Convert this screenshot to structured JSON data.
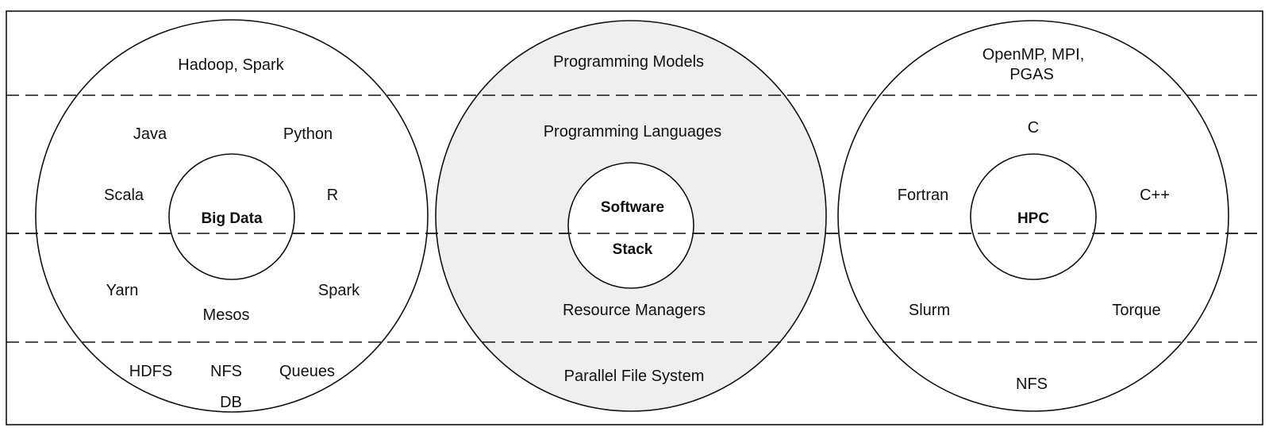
{
  "left": {
    "center": "Big Data",
    "models": "Hadoop, Spark",
    "languages": [
      "Java",
      "Python",
      "Scala",
      "R"
    ],
    "managers": [
      "Yarn",
      "Spark",
      "Mesos"
    ],
    "storage": [
      "HDFS",
      "NFS",
      "Queues",
      "DB"
    ]
  },
  "middle": {
    "center_line1": "Software",
    "center_line2": "Stack",
    "models": "Programming Models",
    "languages": "Programming Languages",
    "managers": "Resource Managers",
    "storage": "Parallel File System"
  },
  "right": {
    "center": "HPC",
    "models_line1": "OpenMP, MPI,",
    "models_line2": "PGAS",
    "languages": [
      "C",
      "Fortran",
      "C++"
    ],
    "managers": [
      "Slurm",
      "Torque"
    ],
    "storage": "NFS"
  }
}
